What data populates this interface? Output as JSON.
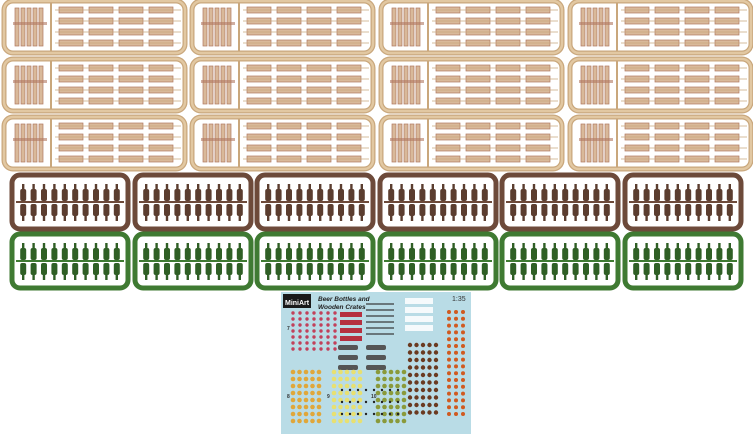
{
  "scene": {
    "background": "#ffffff",
    "subject": "scale model kit sprues and decal sheet"
  },
  "beige_sprues": {
    "rows": 3,
    "per_row": 4,
    "color": "#e2c8a2",
    "frame_color": "#c9a77c",
    "part_color": "#d9b99a",
    "part_outline": "#b07860"
  },
  "brown_sprues": {
    "count": 6,
    "color": "#5e3f30",
    "frame_color": "#6d4a3a",
    "bottle_color": "#5b3d2f"
  },
  "green_sprues": {
    "count": 6,
    "color": "#356a2a",
    "frame_color": "#3f7a32",
    "bottle_color": "#2f5f25"
  },
  "decal_sheet": {
    "brand": "MiniArt",
    "title_line1": "Beer Bottles and",
    "title_line2": "Wooden Crates",
    "scale": "1:35",
    "background": "#b9dce6",
    "section_numbers": [
      "7",
      "8",
      "9",
      "10"
    ],
    "dot_colors": [
      "#c2405a",
      "#e0a73a",
      "#e8e070",
      "#8a9a3a",
      "#6a3a20",
      "#d05a20",
      "#222222"
    ]
  }
}
